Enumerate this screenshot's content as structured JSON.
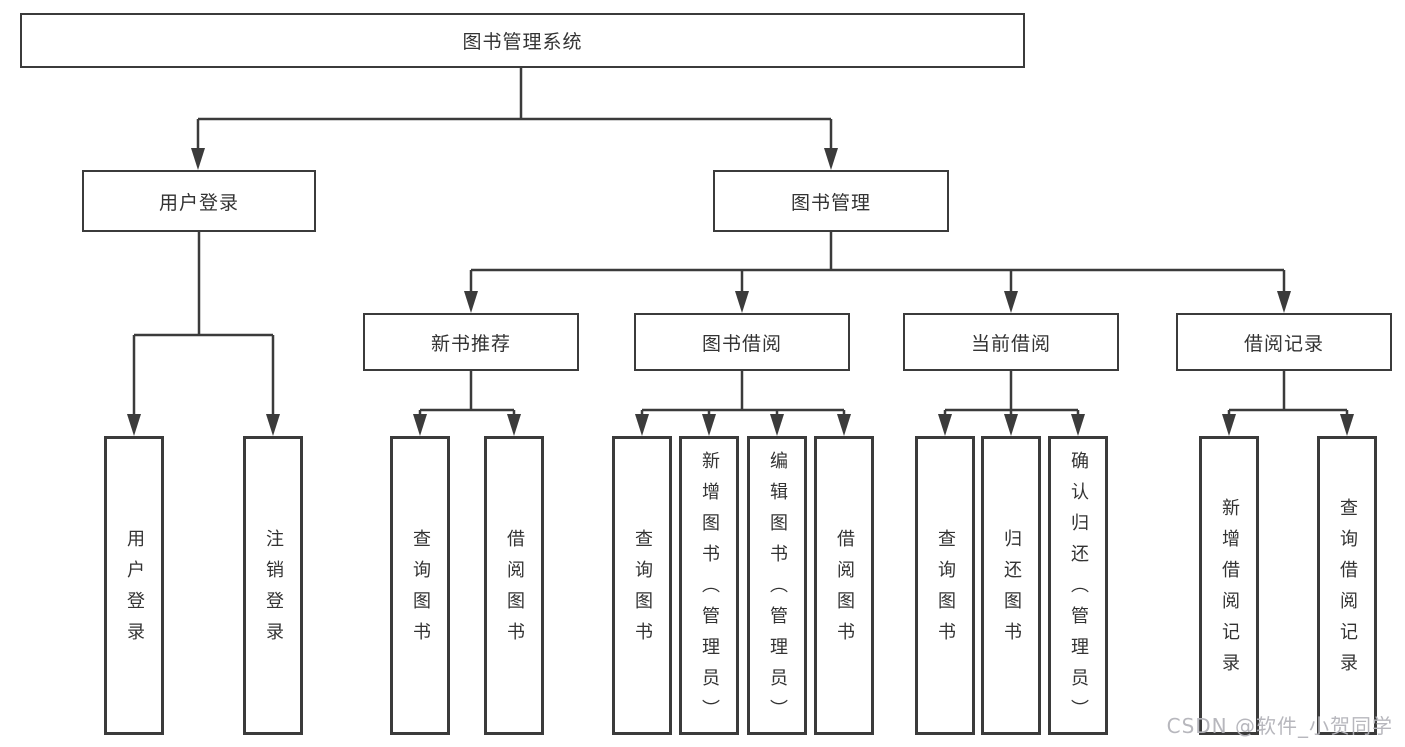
{
  "diagram": {
    "root": {
      "label": "图书管理系统"
    },
    "user_login_branch": {
      "label": "用户登录",
      "children": {
        "login": {
          "label": "用户登录"
        },
        "logout": {
          "label": "注销登录"
        }
      }
    },
    "book_management_branch": {
      "label": "图书管理",
      "children": {
        "new_book_recommend": {
          "label": "新书推荐",
          "children": {
            "query_books": {
              "label": "查询图书"
            },
            "borrow_books": {
              "label": "借阅图书"
            }
          }
        },
        "book_borrow": {
          "label": "图书借阅",
          "children": {
            "query_books": {
              "label": "查询图书"
            },
            "add_books_admin": {
              "label": "新增图书（管理员）"
            },
            "edit_books_admin": {
              "label": "编辑图书（管理员）"
            },
            "borrow_books": {
              "label": "借阅图书"
            }
          }
        },
        "current_borrow": {
          "label": "当前借阅",
          "children": {
            "query_books": {
              "label": "查询图书"
            },
            "return_books": {
              "label": "归还图书"
            },
            "confirm_return_admin": {
              "label": "确认归还（管理员）"
            }
          }
        },
        "borrow_records": {
          "label": "借阅记录",
          "children": {
            "add_borrow_record": {
              "label": "新增借阅记录"
            },
            "query_borrow_record": {
              "label": "查询借阅记录"
            }
          }
        }
      }
    },
    "colors": {
      "line": "#3b3b3b",
      "box_border": "#3b3b3b",
      "text": "#333333",
      "watermark": "#b4b4ba",
      "background": "#ffffff"
    }
  },
  "watermark": {
    "text": "CSDN @软件_小贺同学"
  }
}
